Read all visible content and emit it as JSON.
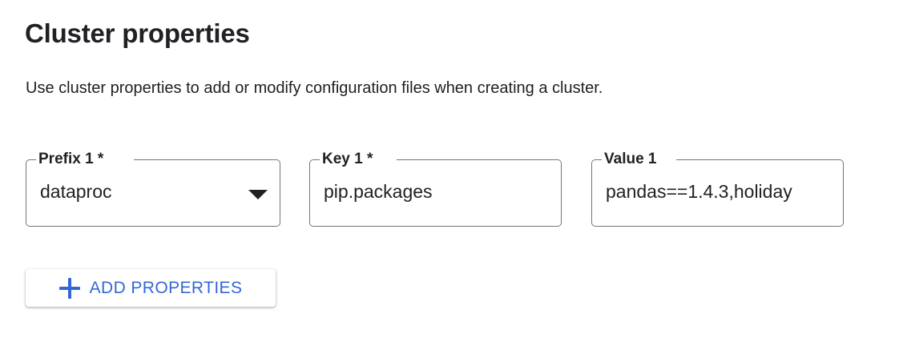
{
  "section": {
    "title": "Cluster properties",
    "description": "Use cluster properties to add or modify configuration files when creating a cluster."
  },
  "fields": [
    {
      "name": "prefix",
      "label": "Prefix 1 *",
      "value": "dataproc",
      "type": "select",
      "icon": "chevron-down-icon",
      "required": true
    },
    {
      "name": "key",
      "label": "Key 1 *",
      "value": "pip.packages",
      "type": "text",
      "required": true
    },
    {
      "name": "value",
      "label": "Value 1",
      "value": "pandas==1.4.3,holiday",
      "type": "text",
      "required": false
    }
  ],
  "add_button": {
    "label": "ADD PROPERTIES",
    "icon": "plus-icon"
  },
  "colors": {
    "accent_blue": "#3367d6",
    "text_primary": "#202124",
    "field_outline": "#70757a",
    "background": "#ffffff"
  }
}
